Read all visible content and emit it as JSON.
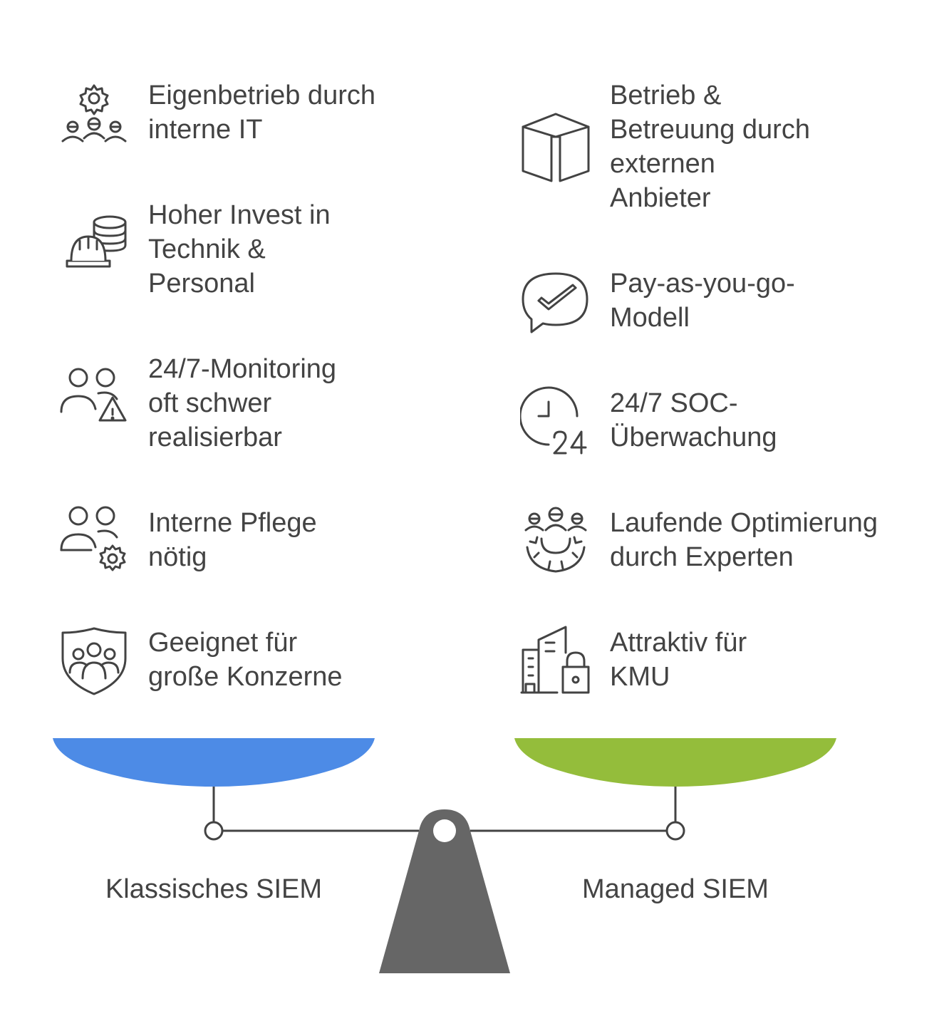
{
  "left": {
    "title": "Klassisches SIEM",
    "color": "#4d8be6",
    "items": [
      {
        "icon": "gear-team-icon",
        "label": "Eigenbetrieb durch\ninterne IT"
      },
      {
        "icon": "database-hardhat-icon",
        "label": "Hoher Invest in\nTechnik &\nPersonal"
      },
      {
        "icon": "people-warning-icon",
        "label": "24/7-Monitoring\noft schwer\nrealisierbar"
      },
      {
        "icon": "people-gear-icon",
        "label": "Interne Pflege\nnötig"
      },
      {
        "icon": "shield-group-icon",
        "label": "Geeignet für\ngroße Konzerne"
      }
    ]
  },
  "right": {
    "title": "Managed SIEM",
    "color": "#94bd3b",
    "items": [
      {
        "icon": "box-icon",
        "label": "Betrieb &\nBetreuung durch\nexternen\nAnbieter"
      },
      {
        "icon": "chat-check-icon",
        "label": "Pay-as-you-go-\nModell"
      },
      {
        "icon": "clock-24-icon",
        "label": "24/7 SOC-\nÜberwachung"
      },
      {
        "icon": "team-gear-icon",
        "label": "Laufende Optimierung\ndurch Experten"
      },
      {
        "icon": "buildings-lock-icon",
        "label": "Attraktiv für\nKMU"
      }
    ]
  },
  "scale": {
    "beam_color": "#434343",
    "fulcrum_color": "#666666"
  }
}
